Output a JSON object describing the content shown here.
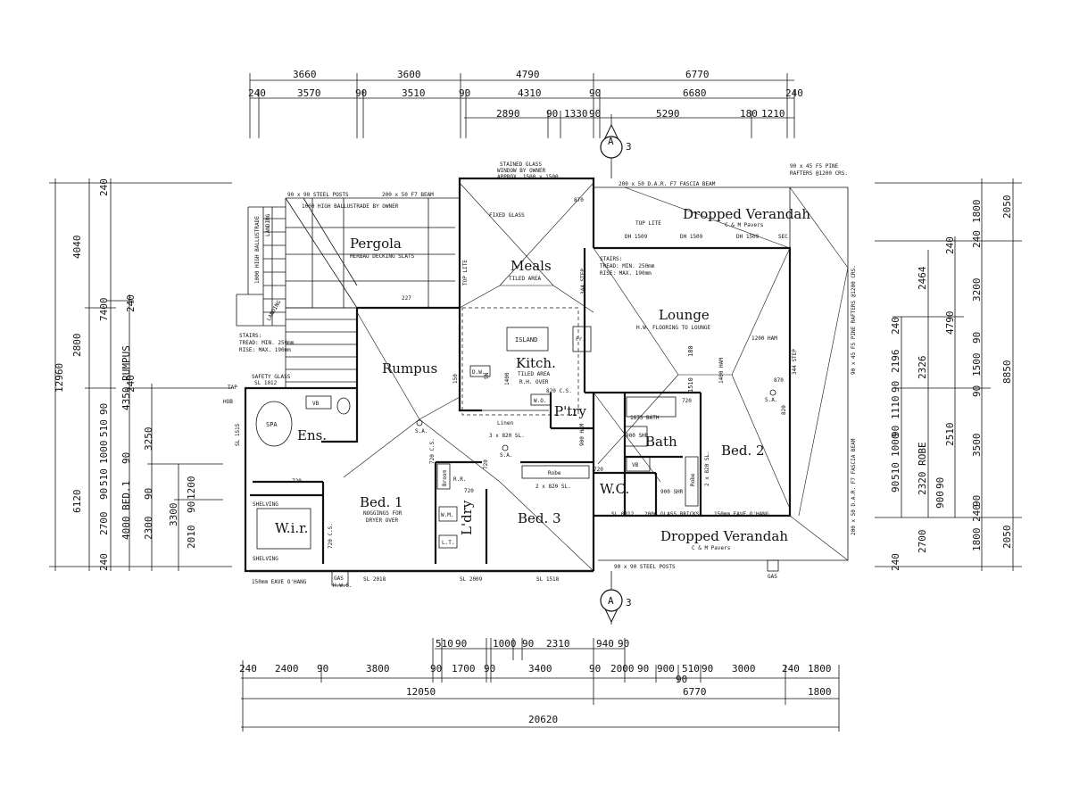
{
  "dims": {
    "top_row1": [
      "3660",
      "3600",
      "4790",
      "6770"
    ],
    "top_row2": [
      "240",
      "3570",
      "90",
      "3510",
      "90",
      "4310",
      "90",
      "6680",
      "240"
    ],
    "top_row3": [
      "2890",
      "90",
      "1330",
      "90",
      "5290",
      "180",
      "1210"
    ],
    "bottom_row1": [
      "510",
      "90",
      "1000",
      "90",
      "2310",
      "940",
      "90"
    ],
    "bottom_row2": [
      "240",
      "2400",
      "90",
      "3800",
      "90",
      "1700",
      "90",
      "3400",
      "90",
      "2000",
      "90",
      "900",
      "510",
      "90",
      "3000",
      "240",
      "1800"
    ],
    "bottom_row2b": [
      "90"
    ],
    "bottom_row3": [
      "12050",
      "6770",
      "1800"
    ],
    "bottom_row4": [
      "20620"
    ],
    "left_outer": [
      "12960"
    ],
    "left_mid": [
      "4040",
      "2800",
      "6120"
    ],
    "left_a": [
      "7400",
      "4350 RUMPUS",
      "2700",
      "90",
      "510",
      "1000",
      "510",
      "90"
    ],
    "left_b": [
      "3250",
      "90",
      "4000 BED.1"
    ],
    "left_c": [
      "2300",
      "90",
      "3300"
    ],
    "left_d": [
      "1200",
      "90",
      "2010"
    ],
    "left_small": [
      "240",
      "240",
      "240",
      "240"
    ],
    "right_outer": [
      "2050",
      "8850",
      "2050"
    ],
    "right_a": [
      "1800",
      "240",
      "3200",
      "90",
      "1500",
      "90",
      "3500",
      "90",
      "240",
      "1800"
    ],
    "right_b": [
      "2464",
      "4790",
      "2510",
      "2700"
    ],
    "right_c": [
      "2196",
      "90",
      "1110",
      "90",
      "1000",
      "510",
      "90",
      "2320 ROBE",
      "900",
      "90",
      "240"
    ],
    "right_d": [
      "2326"
    ],
    "right_small": [
      "240",
      "240"
    ]
  },
  "rooms": {
    "pergola": "Pergola",
    "pergola_sub": "MERBAU DECKING SLATS",
    "meals": "Meals",
    "meals_sub": "TILED AREA",
    "lounge": "Lounge",
    "lounge_sub": "H.W. FLOORING TO LOUNGE",
    "rumpus": "Rumpus",
    "kitch": "Kitch.",
    "kitch_sub1": "TILED AREA",
    "kitch_sub2": "R.H. OVER",
    "pantry": "P'try",
    "ens": "Ens.",
    "bed1": "Bed. 1",
    "bed1_sub1": "NOGGINGS FOR",
    "bed1_sub2": "DRYER OVER",
    "bed2": "Bed. 2",
    "bed3": "Bed. 3",
    "wir": "W.i.r.",
    "ldry": "L'dry",
    "bath": "Bath",
    "wc": "W.C.",
    "verandah_top": "Dropped Verandah",
    "verandah_top_sub": "C & M Pavers",
    "verandah_bottom": "Dropped Verandah",
    "verandah_bottom_sub": "C & M Pavers"
  },
  "notes": {
    "stained_glass1": "STAINED GLASS",
    "stained_glass2": "WINDOW BY OWNER",
    "stained_glass3": "APPROX. 1500 x 1500",
    "steel_posts_top": "90 x 90 STEEL POSTS",
    "f7_beam_top": "200 x 50 F7 BEAM",
    "ballustrade": "1000 HIGH BALLUSTRADE BY OWNER",
    "ballustrade_v": "1000 HIGH BALLUSTRADE",
    "landing1": "LANDING",
    "landing2": "LANDING",
    "fascia_top": "200 x 50 D.A.R. F7 FASCIA BEAM",
    "pine_rafters1": "90 x 45 F5 PINE",
    "pine_rafters2": "RAFTERS @1200 CRS.",
    "pine_rafters_right": "90 x 45 F5 PINE RAFTERS @1200 CRS.",
    "fascia_right": "200 x 50 D.A.R. F7 FASCIA BEAM",
    "stairs_left1": "STAIRS:",
    "stairs_left2": "TREAD:  MIN. 250mm",
    "stairs_left3": "RISE:   MAX. 190mm",
    "stairs_mid1": "STAIRS:",
    "stairs_mid2": "TREAD:  MIN. 250mm",
    "stairs_mid3": "RISE:   MAX. 190mm",
    "island": "ISLAND",
    "linen": "Linen",
    "steel_posts_bottom": "90 x 90 STEEL POSTS",
    "eave_left": "150mm EAVE O'HANG",
    "eave_right": "150mm EAVE O'HANG",
    "gas1": "GAS",
    "gas2": "GAS",
    "hws": "H.W.S.",
    "sa1": "S.A.",
    "sa2": "S.A.",
    "sa3": "S.A.",
    "tap": "TAP",
    "hob": "HOB",
    "spa": "SPA",
    "vb1": "VB",
    "vb2": "VB",
    "dw": "D.W.",
    "wo": "W.O.",
    "shelving1": "SHELVING",
    "shelving2": "SHELVING",
    "robe1": "Robe",
    "robe2": "Robe",
    "robe_sl1": "2 x 820 SL.",
    "robe_sl2": "2 x 820 SL.",
    "robe_sl3": "2 x 820 SL.",
    "robe_sl4": "2 x 820 SL.",
    "bath1675": "1675 BATH",
    "shr1": "900 SHR",
    "shr2": "900 SHR",
    "safety_glass": "SAFETY GLASS",
    "sl1012": "SL 1012",
    "sl1515": "SL 1515",
    "sl2018": "SL 2018",
    "sl2009": "SL 2009",
    "sl1518": "SL 1518",
    "sl0812": "SL 0812",
    "glass_bricks": "2006 GLASS BRICKS",
    "dh1509a": "DH 1509",
    "dh1509b": "DH 1509",
    "dh1509c": "DH 1509",
    "fixed_glass": "FIXED GLASS",
    "top_lite": "TOP LITE",
    "sec": "SEC",
    "cs720": "720 C.S.",
    "cs720b": "720 C.S.",
    "cs820": "820 C.S.",
    "sl820": "3 x 820 SL.",
    "n870a": "870",
    "n870b": "870",
    "n820": "820",
    "n720a": "720",
    "n720b": "720",
    "n720c": "720",
    "n1200ham": "1200 HAM",
    "n1400ham": "1400 HAM",
    "n1510": "1510",
    "n180": "180",
    "n1400": "1400",
    "n150": "150",
    "n227": "227",
    "n900ham": "900 HAM",
    "n344step": "344 STEP",
    "n344step2": "344 STEP",
    "sn": "SN",
    "frig": "Fr.",
    "broom": "Broom",
    "rr": "R.R.",
    "wm": "W.M.",
    "lt": "L.T.",
    "section_a": "A",
    "section_num": "3"
  }
}
